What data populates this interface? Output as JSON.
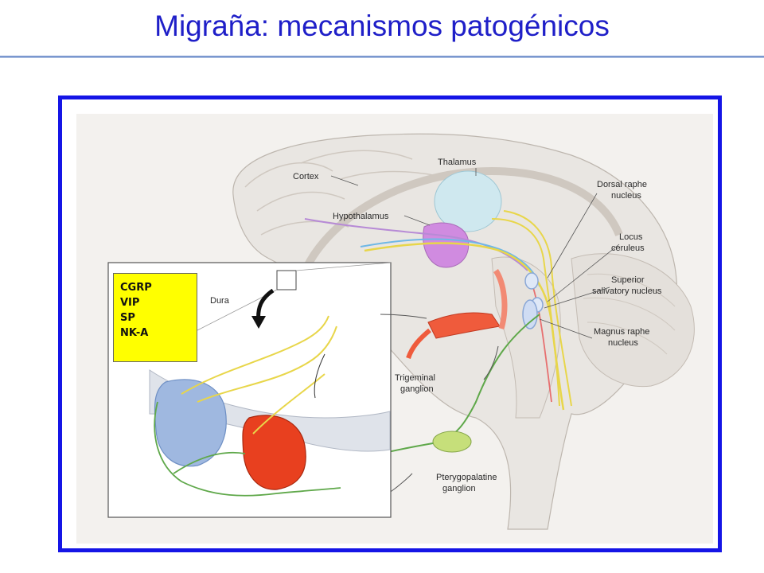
{
  "slide": {
    "title": "Migraña: mecanismos patogénicos"
  },
  "diagram": {
    "labels": {
      "cortex": "Cortex",
      "thalamus": "Thalamus",
      "hypothalamus": "Hypothalamus",
      "dorsal_raphe_1": "Dorsal raphe",
      "dorsal_raphe_2": "nucleus",
      "locus_1": "Locus",
      "locus_2": "ceruleus",
      "superior_1": "Superior",
      "superior_2": "salivatory nucleus",
      "magnus_1": "Magnus raphe",
      "magnus_2": "nucleus",
      "dura": "Dura",
      "trigeminal_1": "Trigeminal",
      "trigeminal_2": "ganglion",
      "ptery_1": "Pterygopalatine",
      "ptery_2": "ganglion"
    },
    "legend": [
      "CGRP",
      "VIP",
      "SP",
      "NK-A"
    ],
    "colors": {
      "frame": "#1515e6",
      "legend_bg": "#ffff00",
      "thalamus": "#cfe8ef",
      "hypothalamus": "#d08be0",
      "trigeminal": "#ef5b3c",
      "artery": "#e8401f",
      "vein": "#9fb8e0",
      "ganglion": "#c6df7a",
      "nerve_green": "#5fa84a",
      "nerve_yellow": "#e8d64a"
    }
  }
}
